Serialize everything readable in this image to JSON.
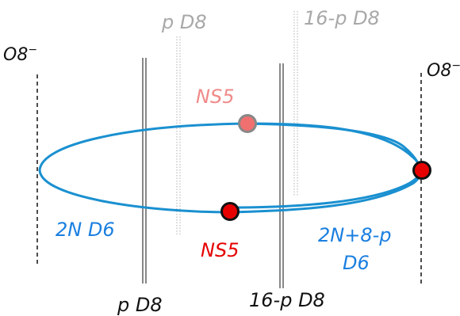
{
  "diagram": {
    "labels": {
      "o8_left": "O8",
      "o8_left_sup": "−",
      "o8_right": "O8",
      "o8_right_sup": "−",
      "p_d8_top": "p D8",
      "sixteen_p_d8_top": "16-p D8",
      "ns5_top": "NS5",
      "ns5_bottom": "NS5",
      "two_n_d6": "2N D6",
      "two_n_8p_line1": "2N+8-p",
      "two_n_8p_line2": "D6",
      "p_d8_bottom": "p D8",
      "sixteen_p_d8_bottom": "16-p D8"
    },
    "colors": {
      "d6_blue": "#1a90d0",
      "ns5_red": "#e60000",
      "ns5_faded": "#f08080",
      "dashed_black": "#111111",
      "dotted_grey": "#b0b0b0",
      "label_blue": "#1a7fe0"
    }
  }
}
